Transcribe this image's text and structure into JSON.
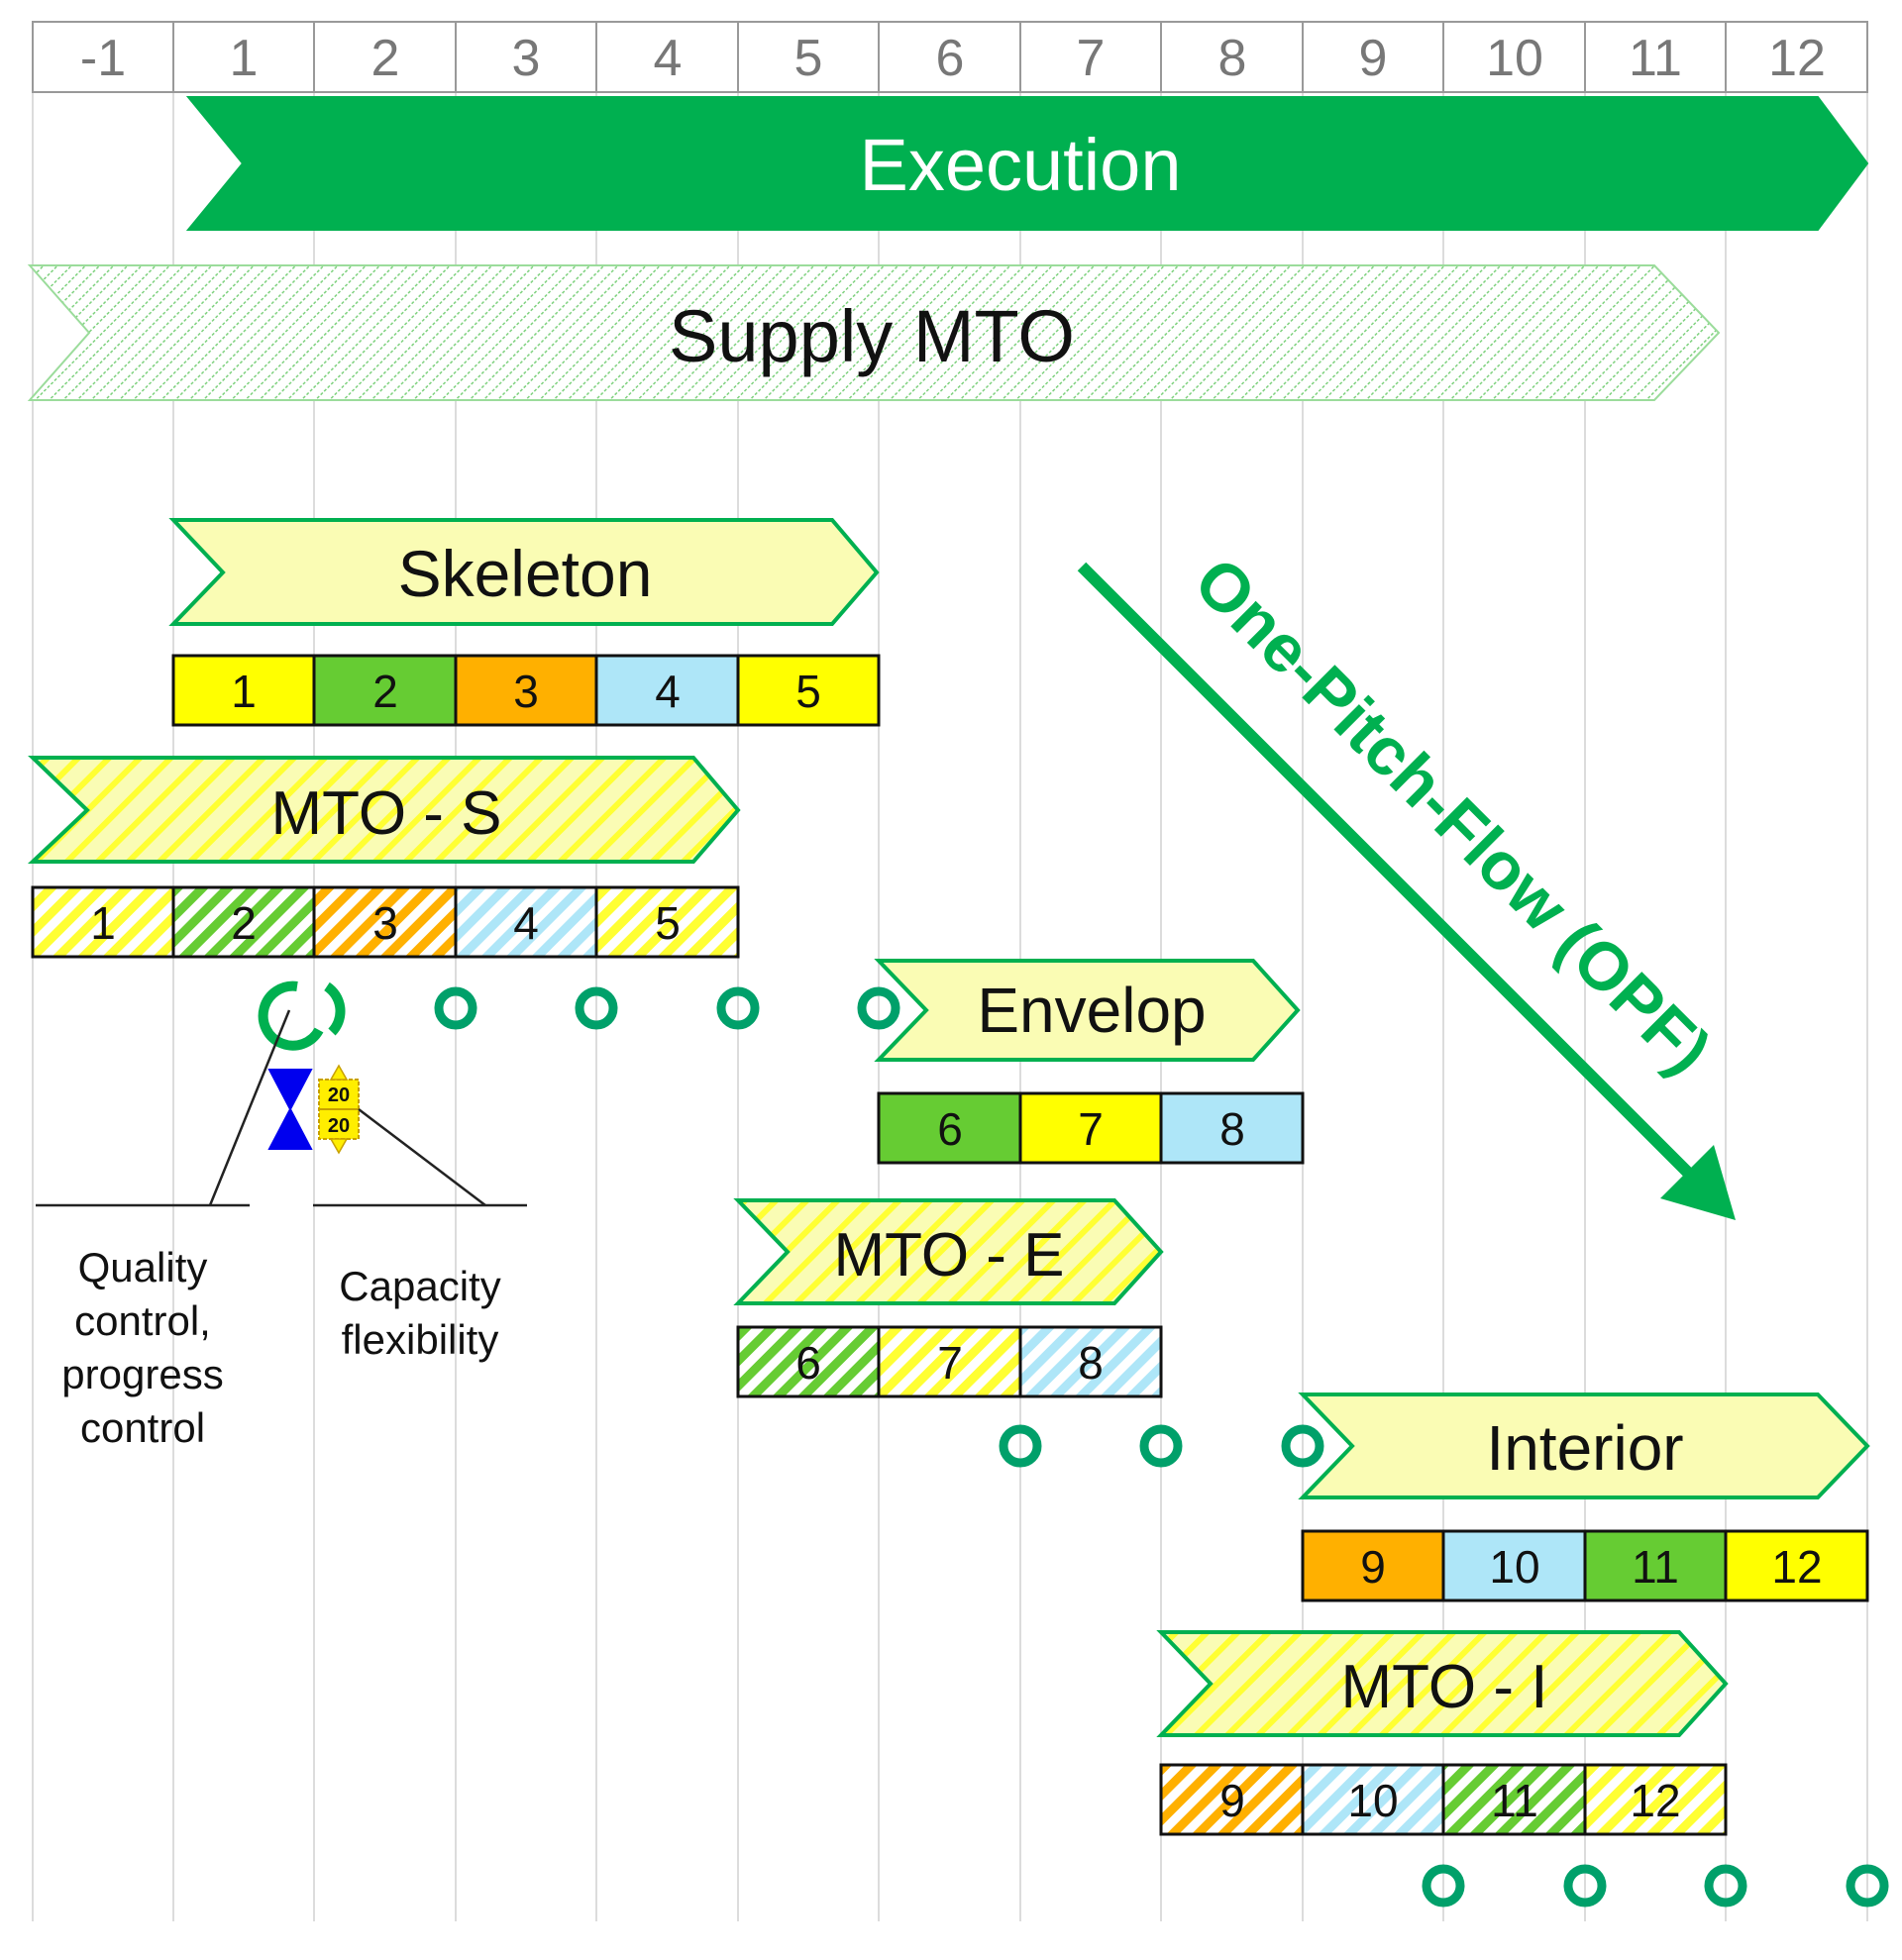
{
  "timeline": {
    "columns": [
      "-1",
      "1",
      "2",
      "3",
      "4",
      "5",
      "6",
      "7",
      "8",
      "9",
      "10",
      "11",
      "12"
    ]
  },
  "bands": {
    "execution": {
      "label": "Execution"
    },
    "supply": {
      "label": "Supply MTO"
    }
  },
  "phases": {
    "skeleton": {
      "label": "Skeleton",
      "cells": [
        "1",
        "2",
        "3",
        "4",
        "5"
      ]
    },
    "mto_s": {
      "label": "MTO - S",
      "cells": [
        "1",
        "2",
        "3",
        "4",
        "5"
      ]
    },
    "envelop": {
      "label": "Envelop",
      "cells": [
        "6",
        "7",
        "8"
      ]
    },
    "mto_e": {
      "label": "MTO - E",
      "cells": [
        "6",
        "7",
        "8"
      ]
    },
    "interior": {
      "label": "Interior",
      "cells": [
        "9",
        "10",
        "11",
        "12"
      ]
    },
    "mto_i": {
      "label": "MTO - I",
      "cells": [
        "9",
        "10",
        "11",
        "12"
      ]
    }
  },
  "opf": {
    "label": "One-Pitch-Flow (OPF)"
  },
  "legend": {
    "quality": [
      "Quality",
      "control,",
      "progress",
      "control"
    ],
    "capacity": [
      "Capacity",
      "flexibility"
    ],
    "buffer_value_top": "20",
    "buffer_value_bottom": "20"
  },
  "colors": {
    "green": "#00b050",
    "teal": "#00a06a",
    "light_yellow": "#fafcb4",
    "yellow": "#ffff00",
    "mid_green": "#66cc33",
    "orange": "#ffb000",
    "light_blue": "#aee6f8",
    "blue": "#0000ee",
    "grid": "#d9d9d9"
  }
}
